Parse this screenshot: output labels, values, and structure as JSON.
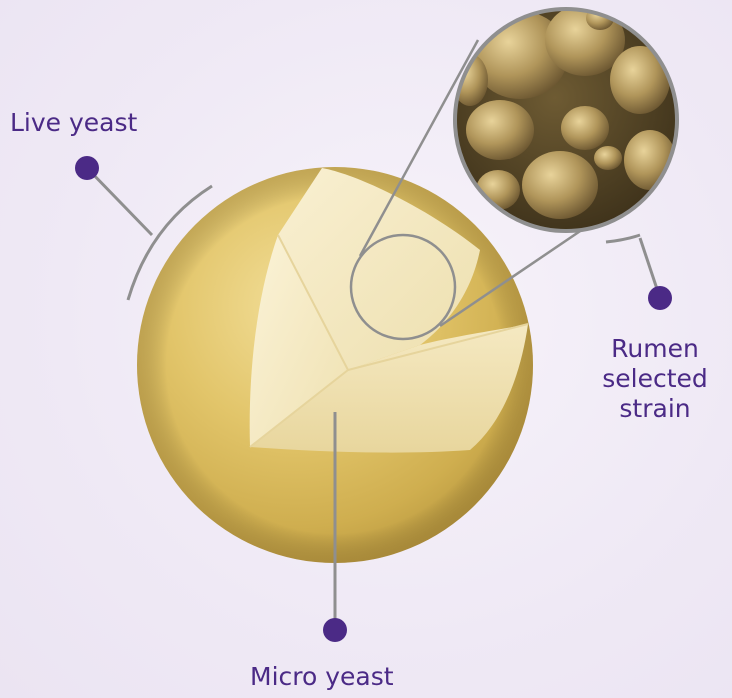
{
  "labels": {
    "live_yeast": "Live yeast",
    "rumen_line1": "Rumen",
    "rumen_line2": "selected",
    "rumen_line3": "strain",
    "micro_yeast": "Micro yeast"
  },
  "colors": {
    "accent_purple": "#4b2a86",
    "connector_gray": "#8f8f8f",
    "shell_gold": "#d9bd5c",
    "core_cream": "#f6ecc9",
    "cell_bronze": "#8a7440"
  }
}
